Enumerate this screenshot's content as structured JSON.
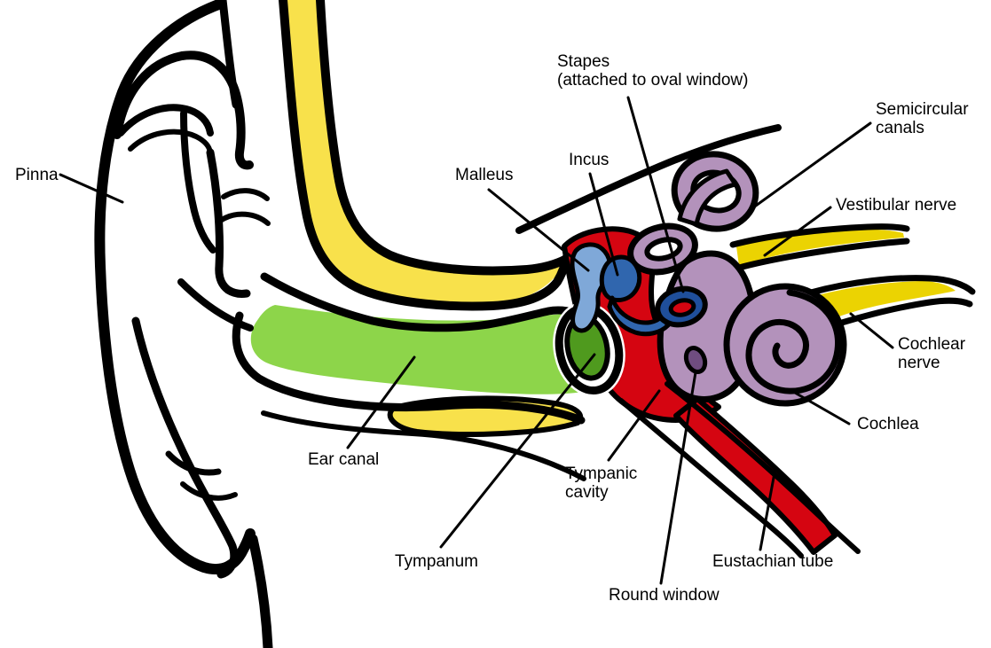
{
  "labels": {
    "pinna": "Pinna",
    "ear_canal": "Ear canal",
    "tympanum": "Tympanum",
    "malleus": "Malleus",
    "incus": "Incus",
    "stapes": "Stapes\n(attached to oval window)",
    "tympanic_cavity": "Tympanic\ncavity",
    "round_window": "Round window",
    "eustachian_tube": "Eustachian tube",
    "semicircular_canals": "Semicircular\ncanals",
    "vestibular_nerve": "Vestibular nerve",
    "cochlear_nerve": "Cochlear\nnerve",
    "cochlea": "Cochlea"
  },
  "colors": {
    "bone_yellow": "#F8E14B",
    "nerve_yellow": "#EBD302",
    "canal_green": "#8DD54A",
    "tympanum_green": "#4F9A1E",
    "cavity_red": "#D50511",
    "malleus_blue": "#7FA8D8",
    "incus_blue": "#3066AE",
    "stapes_blue": "#1F4F9B",
    "inner_ear_purple": "#B392BB",
    "round_window_purple": "#6F4D80",
    "outline": "#000000",
    "background": "#FFFFFF"
  }
}
